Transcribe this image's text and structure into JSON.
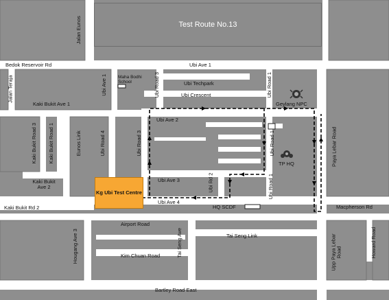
{
  "title": "Test Route No.13",
  "test_centre": "Kg Ubi Test Centre",
  "roads": {
    "jalan_eunos": "Jalan Eunos",
    "bedok_reservoir": "Bedok Reservoir Rd",
    "ubi_ave_1": "Ubi Ave 1",
    "ubi_techpark": "Ubi Techpark",
    "ubi_crescent": "Ubi Crescent",
    "jalan_teraja": "Jalan Teraja",
    "kaki_bukit_ave_1": "Kaki Bukit Ave 1",
    "ubi_ave_1_vertical": "Ubi Ave 1",
    "ubi_road_3": "Ubi Road 3",
    "ubi_road_1_top": "Ubi Road 1",
    "ubi_ave_2": "Ubi Ave 2",
    "kaki_bukit_3": "Kaki Bukit Road 3",
    "kaki_bukit_1": "Kaki Bukit Road 1",
    "eunos_link": "Eunos Link",
    "ubi_road_4": "Ubi Road 4",
    "ubi_road_3_lower": "Ubi Road 3",
    "ubi_road_1_mid": "Ubi Road 1",
    "paya_lebar_road": "Paya Lebar Road",
    "kaki_bukit_ave_2": "Kaki Bukit Ave 2",
    "ubi_ave_3": "Ubi Ave 3",
    "ubi_rd_2": "Ubi Rd 2",
    "ubi_road_1_low": "Ubi Road 1",
    "kaki_bukit_rd_2": "Kaki Bukit Rd 2",
    "ubi_ave_4": "Ubi Ave 4",
    "macpherson": "Macpherson Rd",
    "airport_road": "Airport Road",
    "tai_seng_ave": "Tai Seng Ave",
    "tai_seng_link": "Tai Seng Link",
    "hougang_ave_3": "Hougang Ave 3",
    "kim_chuan": "Kim Chuan Road",
    "upp_paya_lebar": "Upp Paya Lebar Road",
    "howard_road": "Howard Road",
    "bartley": "Bartley Road East"
  },
  "landmarks": {
    "maha_bodhi": "Maha Bodhi School",
    "geylang_npc": "Geylang NPC",
    "tp_hq": "TP HQ",
    "hq_scdf": "HQ SCDF"
  },
  "icons": {
    "police": "police-emblem-icon",
    "traffic_police": "traffic-police-icon",
    "school": "school-icon",
    "scdf": "scdf-building-icon"
  },
  "colors": {
    "block": "#8e8e8e",
    "road": "#ffffff",
    "title_box": "#8c8c8c",
    "test_centre": "#f7a733",
    "route": "#000000"
  }
}
